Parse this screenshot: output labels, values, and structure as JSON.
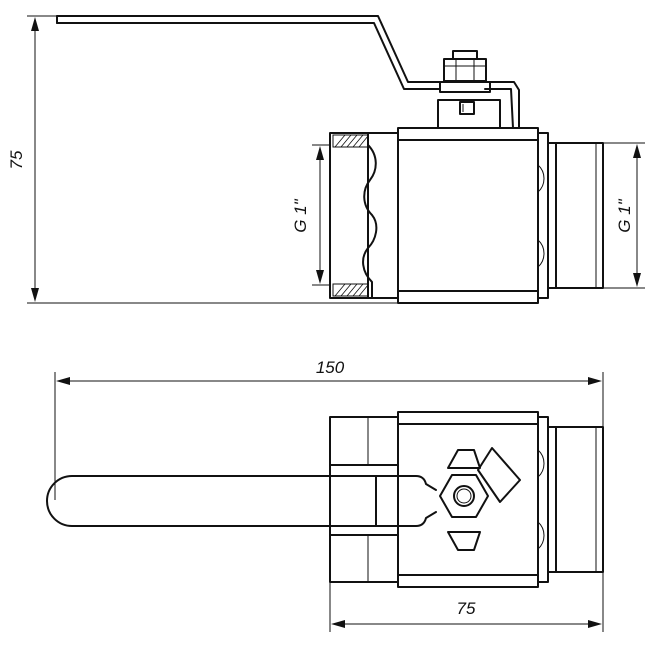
{
  "dimensions": {
    "height_label": "75",
    "total_length_label": "150",
    "body_length_label": "75",
    "thread_left_label": "G 1\"",
    "thread_right_label": "G 1\""
  }
}
